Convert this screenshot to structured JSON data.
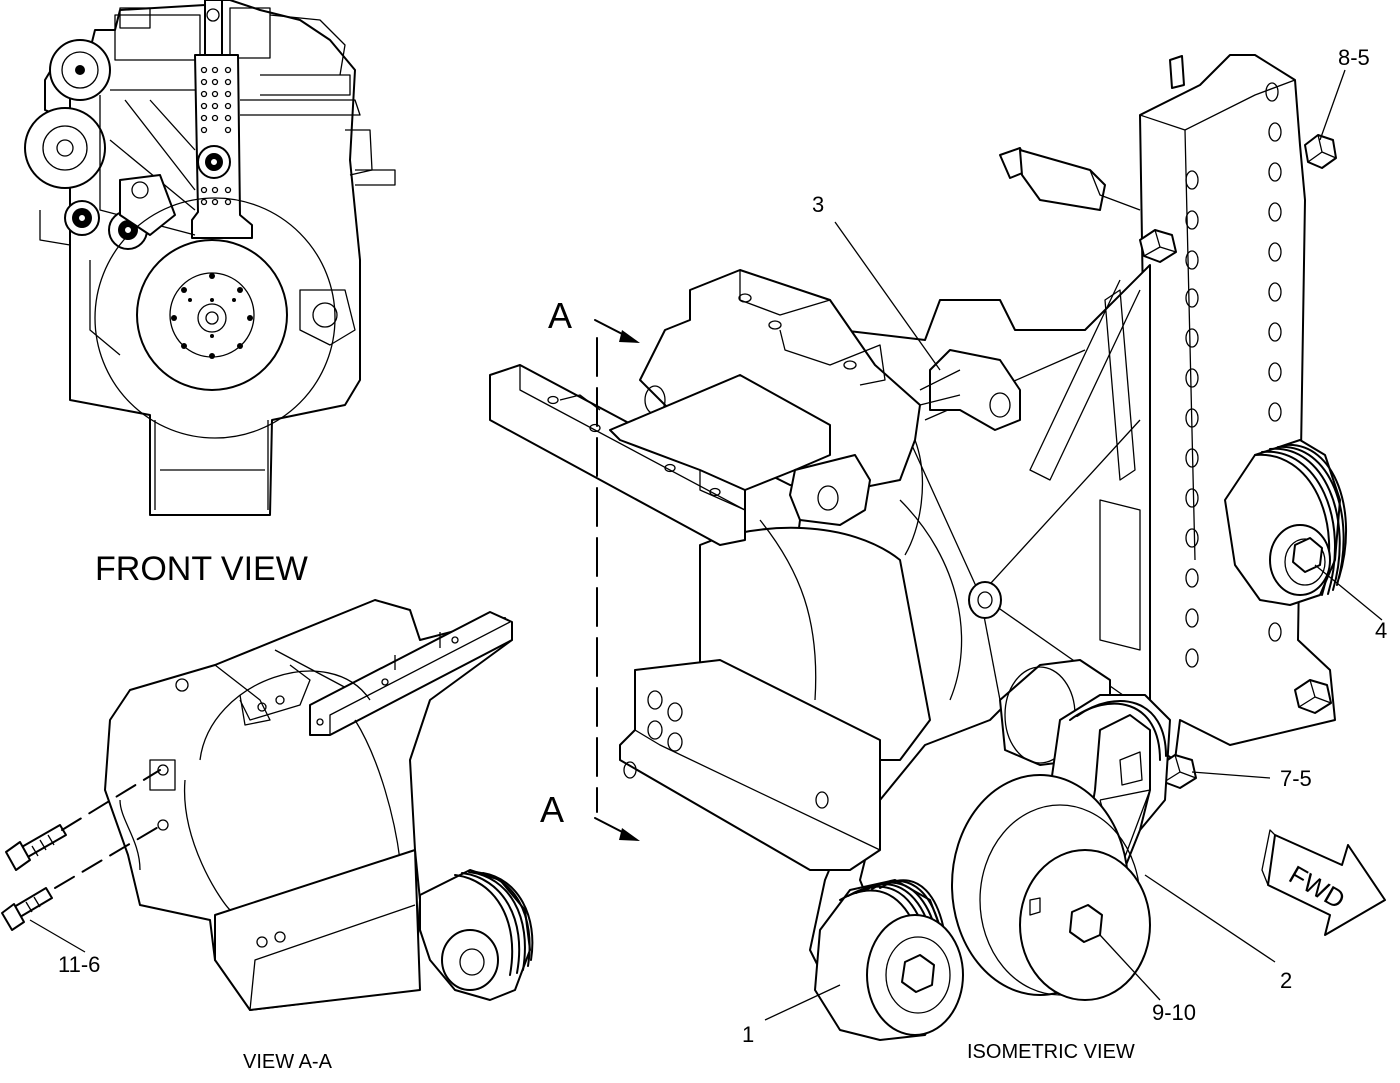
{
  "views": {
    "front": "FRONT VIEW",
    "section": "VIEW  A-A",
    "isometric": "ISOMETRIC VIEW"
  },
  "section_marker": {
    "top": "A",
    "bottom": "A"
  },
  "fwd_arrow": "FWD",
  "callouts": {
    "c1": "1",
    "c2": "2",
    "c3": "3",
    "c4": "4",
    "c7_5": "7-5",
    "c8_5": "8-5",
    "c9_10": "9-10",
    "c11_6": "11-6"
  }
}
